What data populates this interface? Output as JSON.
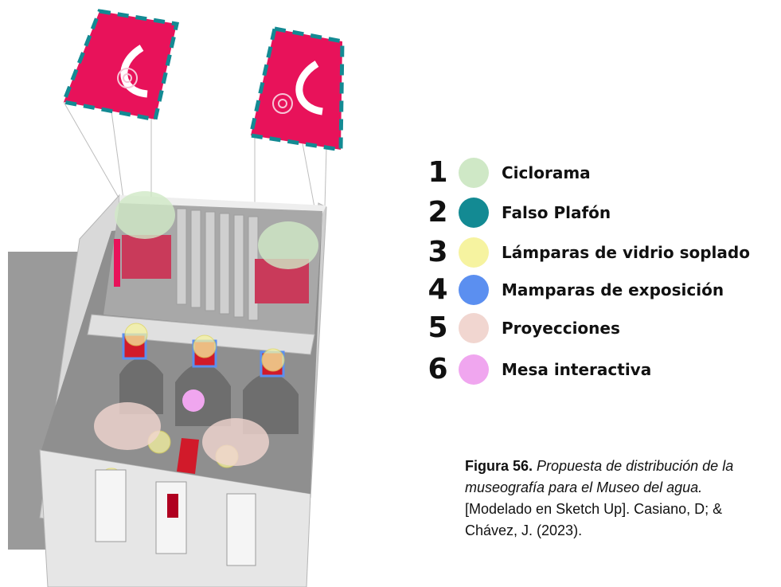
{
  "legend": [
    {
      "number": "1",
      "label": "Ciclorama",
      "color": "#cfe8c6"
    },
    {
      "number": "2",
      "label": "Falso Plafón",
      "color": "#138a93"
    },
    {
      "number": "3",
      "label": "Lámparas de vidrio soplado",
      "color": "#f6f3a0"
    },
    {
      "number": "4",
      "label": "Mamparas de exposición",
      "color": "#5b8ff0"
    },
    {
      "number": "5",
      "label": "Proyecciones",
      "color": "#f1d6d0"
    },
    {
      "number": "6",
      "label": "Mesa interactiva",
      "color": "#f0a6ef"
    }
  ],
  "caption": {
    "label": "Figura 56.",
    "title": "Propuesta de distribución de la museografía para el Museo del agua.",
    "detail": "[Modelado en Sketch Up]. Casiano, D; & Chávez, J. (2023)."
  },
  "colors": {
    "ceiling_panel": "#e8125a",
    "panel_border": "#138a93",
    "wall": "#d9d9d9",
    "floor": "#8f8f8f",
    "shadow": "#9a9a9a",
    "red_accent": "#d11a2a"
  }
}
